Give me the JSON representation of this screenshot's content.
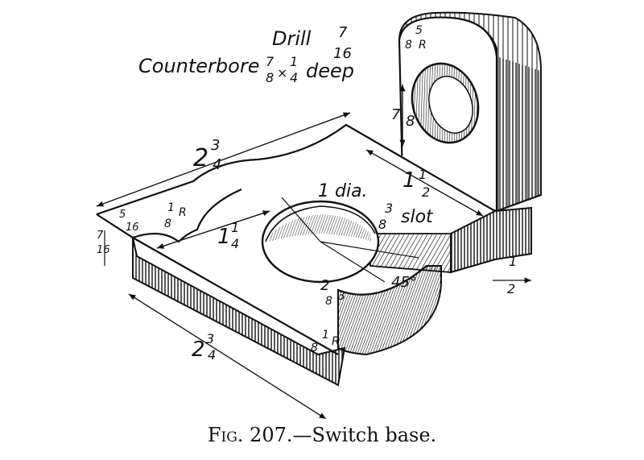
{
  "caption": {
    "fig_label": "Fig. 207.",
    "title": "—Switch base."
  },
  "dimensions": {
    "drill_prefix": "Drill",
    "drill_num": "7",
    "drill_den": "16",
    "counterbore_prefix": "Counterbore",
    "counterbore_num1": "7",
    "counterbore_den1": "8",
    "counterbore_times": "×",
    "counterbore_num2": "1",
    "counterbore_den2": "4",
    "counterbore_suffix": "deep",
    "radius_5_8_num": "5",
    "radius_5_8_den": "8",
    "radius_5_8_r": "R",
    "height_7_8_num": "7",
    "height_7_8_den": "8",
    "length_2_3_4_whole": "2",
    "length_2_3_4_num": "3",
    "length_2_3_4_den": "4",
    "length_1_1_2_whole": "1",
    "length_1_1_2_num": "1",
    "length_1_1_2_den": "2",
    "hole_dia": "1 dia.",
    "slot_num": "3",
    "slot_den": "8",
    "slot_word": "slot",
    "radius_1_8_top_num": "1",
    "radius_1_8_top_den": "8",
    "radius_1_8_top_r": "R",
    "offset_5_16_num": "5",
    "offset_5_16_den": "16",
    "thick_7_16_num": "7",
    "thick_7_16_den": "16",
    "width_1_1_4_whole": "1",
    "width_1_1_4_num": "1",
    "width_1_1_4_den": "4",
    "radius_2_3_8_whole": "2",
    "radius_2_3_8_num": "3",
    "radius_2_3_8_den": "8",
    "angle_45": "45°",
    "radius_1_8_bot_num": "1",
    "radius_1_8_bot_den": "8",
    "radius_1_8_bot_r": "R",
    "length_bottom_whole": "2",
    "length_bottom_num": "3",
    "length_bottom_den": "4",
    "thick_1_2_num": "1",
    "thick_1_2_den": "2"
  }
}
